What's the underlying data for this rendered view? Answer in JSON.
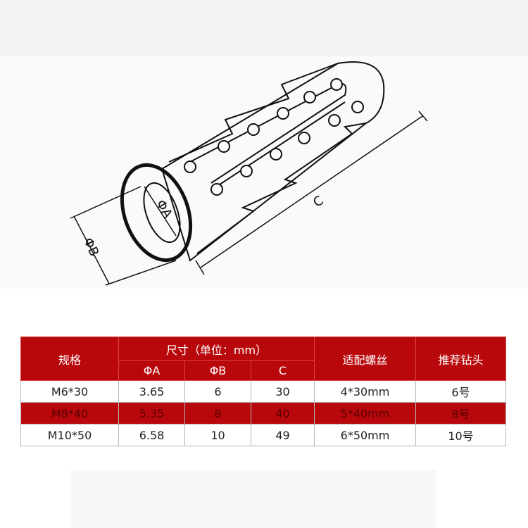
{
  "diagram": {
    "label_a": "ΦA",
    "label_b": "ΦB",
    "label_c": "C"
  },
  "table": {
    "spec": "规格",
    "size": "尺寸（单位：mm）",
    "screw": "适配螺丝",
    "drill": "推荐钻头",
    "sub": [
      "ΦA",
      "ΦB",
      "C"
    ],
    "rows": [
      [
        "M6*30",
        "3.65",
        "6",
        "30",
        "4*30mm",
        "6号"
      ],
      [
        "M8*40",
        "5.35",
        "8",
        "40",
        "5*40mm",
        "8号"
      ],
      [
        "M10*50",
        "6.58",
        "10",
        "49",
        "6*50mm",
        "10号"
      ]
    ]
  },
  "colors": {
    "accent": "#b8080c"
  }
}
